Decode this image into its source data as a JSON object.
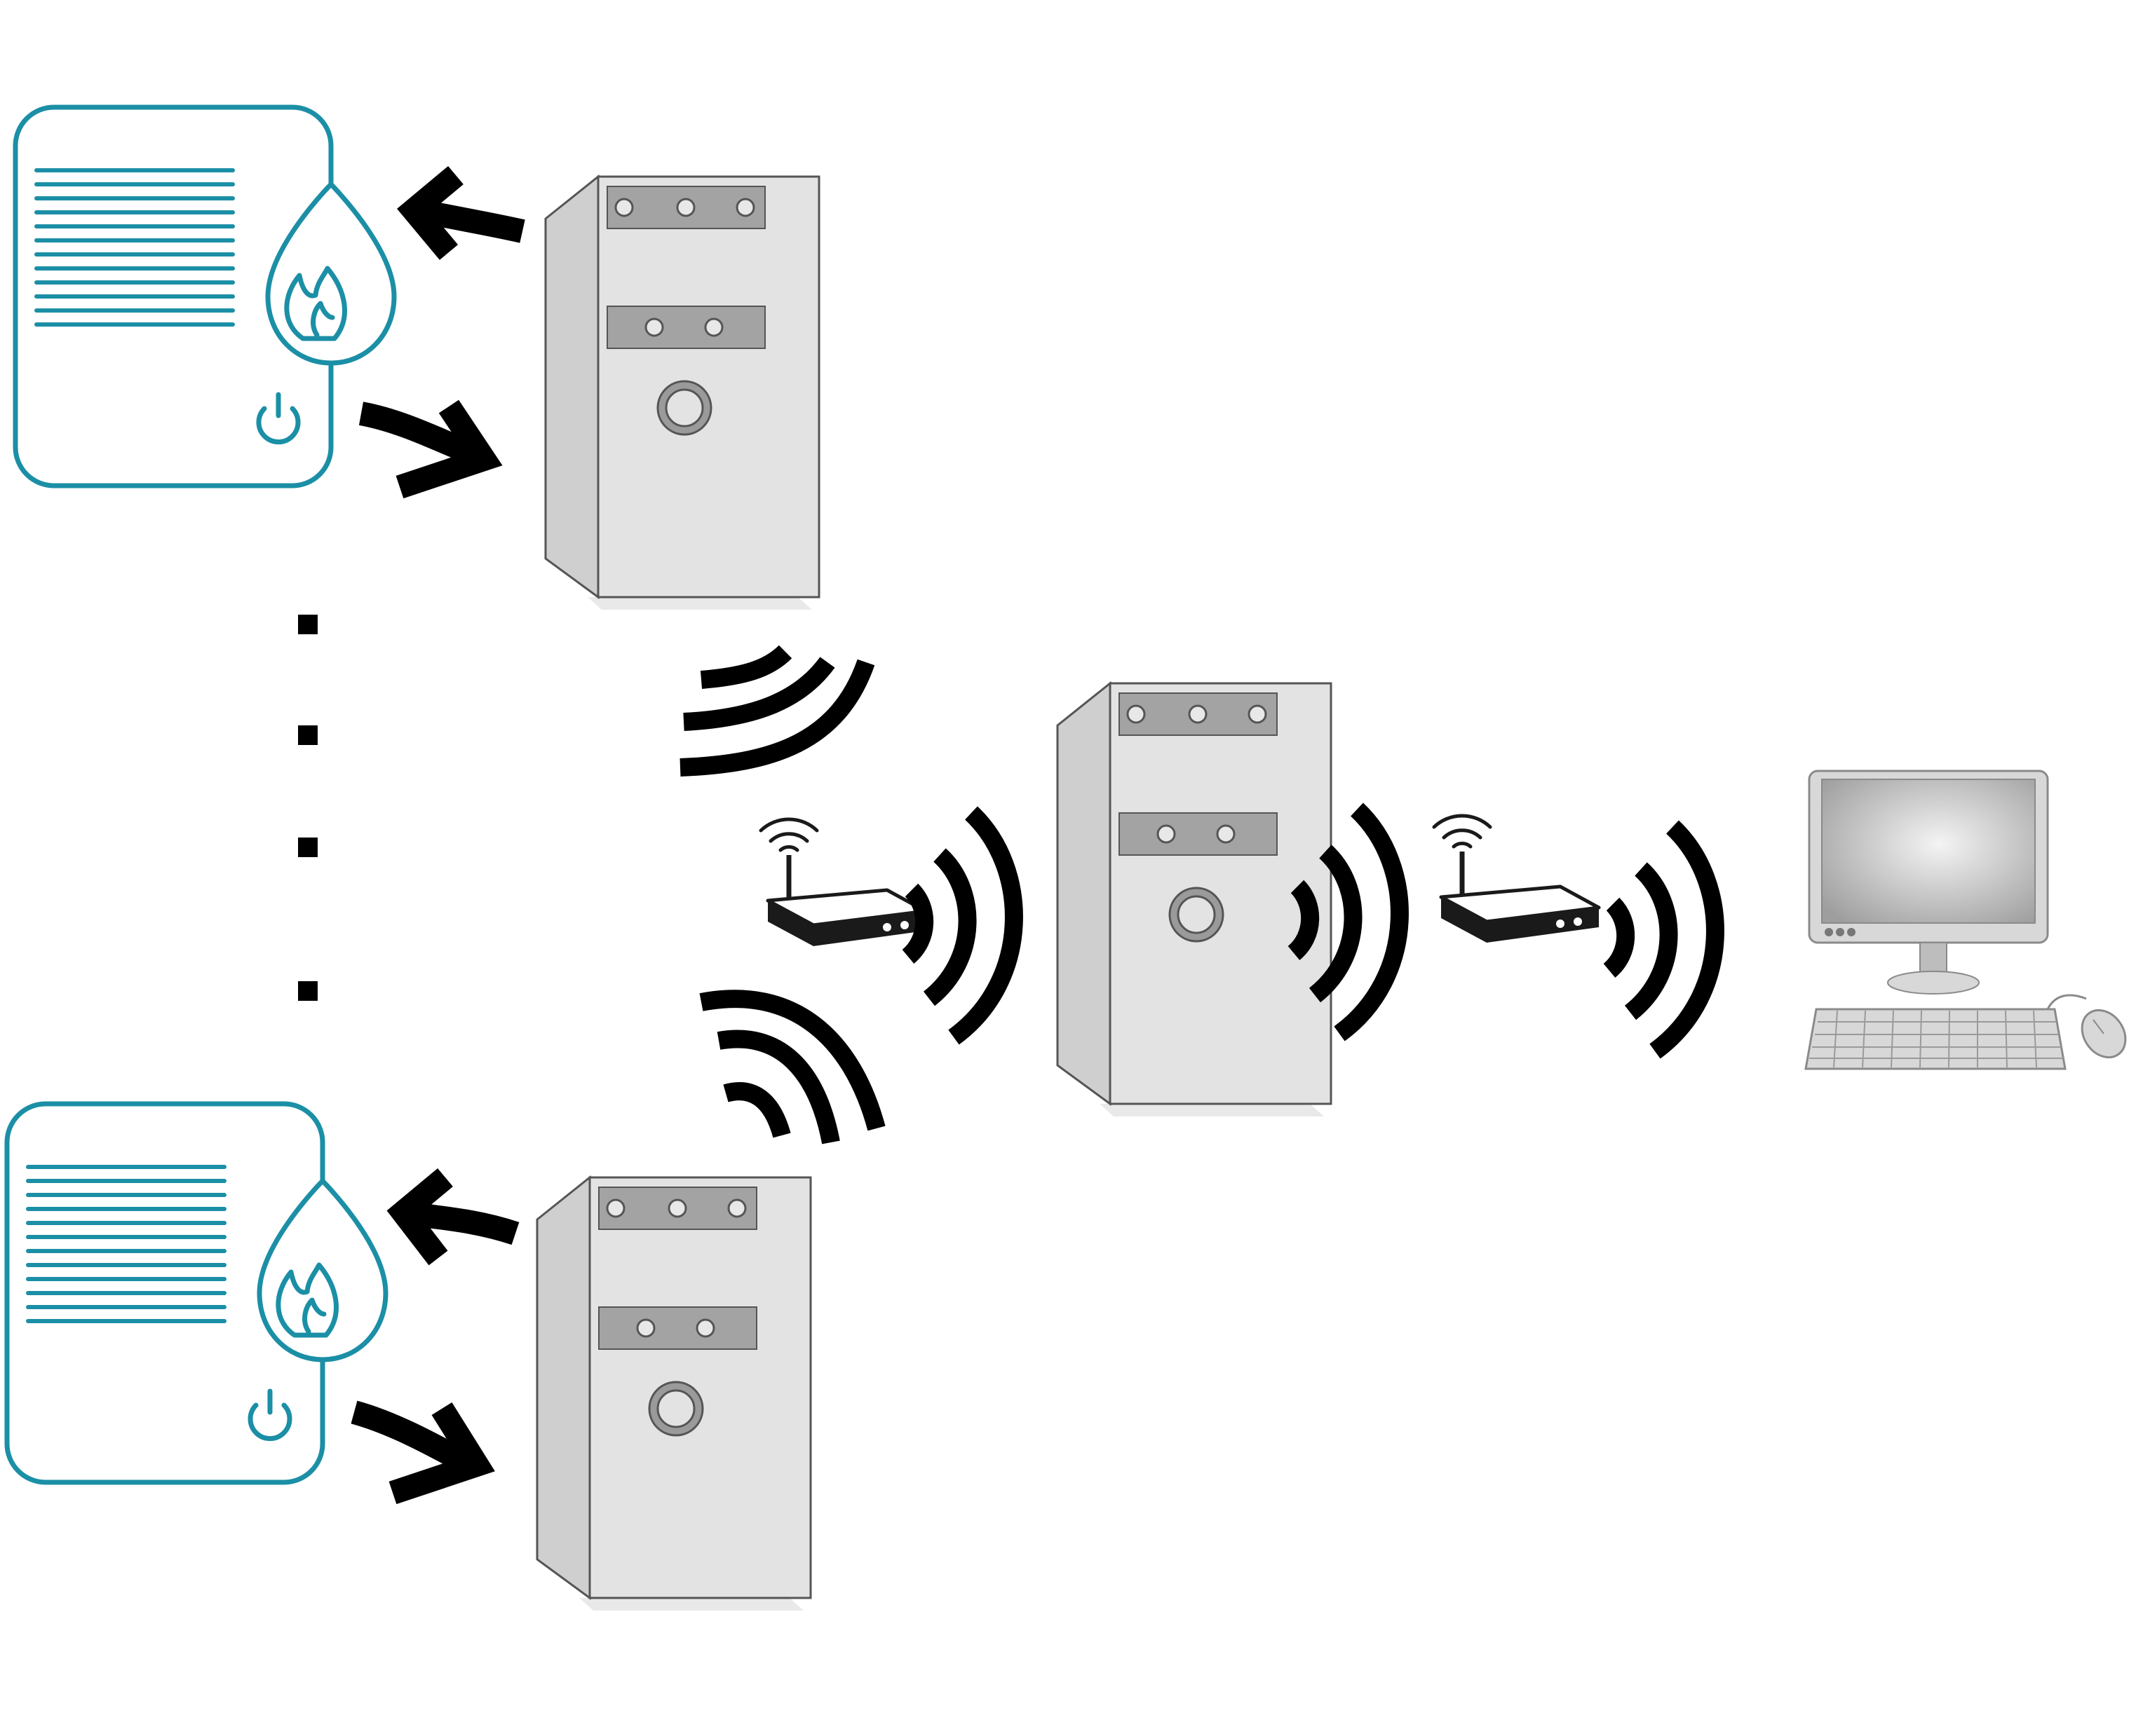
{
  "diagram": {
    "nodes": [
      {
        "id": "boiler-top",
        "icon": "boiler-flame-icon"
      },
      {
        "id": "boiler-bottom",
        "icon": "boiler-flame-icon"
      },
      {
        "id": "tower-top",
        "icon": "tower-computer-icon"
      },
      {
        "id": "tower-bottom",
        "icon": "tower-computer-icon"
      },
      {
        "id": "tower-center",
        "icon": "tower-computer-icon"
      },
      {
        "id": "router-left",
        "icon": "wireless-router-icon"
      },
      {
        "id": "router-right",
        "icon": "wireless-router-icon"
      },
      {
        "id": "desktop-pc",
        "icon": "desktop-computer-icon"
      }
    ],
    "ellipsis": {
      "icon": "vertical-ellipsis-dots",
      "count": 4
    },
    "connections": [
      {
        "from": "tower-top",
        "to": "boiler-top",
        "style": "hand-drawn-arrow"
      },
      {
        "from": "boiler-top",
        "to": "tower-top",
        "style": "hand-drawn-arrow"
      },
      {
        "from": "tower-bottom",
        "to": "boiler-bottom",
        "style": "hand-drawn-arrow"
      },
      {
        "from": "boiler-bottom",
        "to": "tower-bottom",
        "style": "hand-drawn-arrow"
      },
      {
        "from": "tower-top",
        "to": "router-left",
        "style": "wireless-waves"
      },
      {
        "from": "tower-bottom",
        "to": "router-left",
        "style": "wireless-waves"
      },
      {
        "from": "router-left",
        "to": "tower-center",
        "style": "wireless-waves"
      },
      {
        "from": "tower-center",
        "to": "router-right",
        "style": "wireless-waves"
      },
      {
        "from": "router-right",
        "to": "desktop-pc",
        "style": "wireless-waves"
      }
    ],
    "colors": {
      "boiler_line": "#1b8fa6",
      "tower_body": "#e3e3e3",
      "tower_bay": "#a3a3a3",
      "arrows_and_waves": "#000000",
      "background": "#ffffff"
    }
  }
}
